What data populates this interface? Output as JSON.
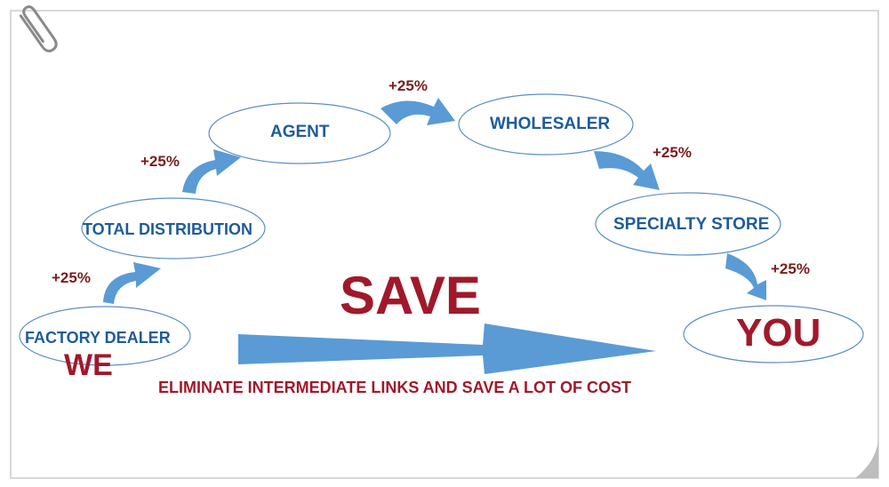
{
  "nodes": {
    "factory_dealer": "FACTORY DEALER",
    "total_distribution": "TOTAL DISTRIBUTION",
    "agent": "AGENT",
    "wholesaler": "WHOLESALER",
    "specialty_store": "SPECIALTY STORE",
    "you": "YOU"
  },
  "markups": [
    "+25%",
    "+25%",
    "+25%",
    "+25%",
    "+25%"
  ],
  "we_label": "WE",
  "save_label": "SAVE",
  "tagline": "ELIMINATE INTERMEDIATE LINKS AND SAVE A LOT OF COST",
  "colors": {
    "node_text": "#1f5c99",
    "ellipse_stroke": "#5b8fc7",
    "arrow_fill": "#5a9bd5",
    "accent_red": "#a0192b",
    "markup_text": "#7a1d1d",
    "frame": "#d9d9d9"
  },
  "icons": {
    "corner": "paperclip-icon"
  }
}
